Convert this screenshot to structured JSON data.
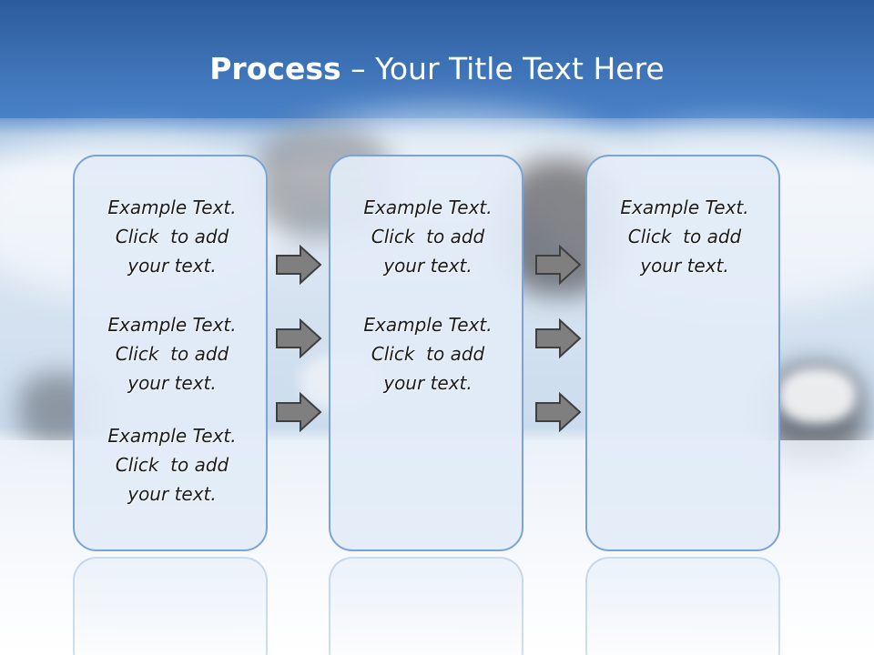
{
  "title": {
    "bold": "Process",
    "rest": " – Your Title Text Here"
  },
  "columns": [
    {
      "blocks": [
        [
          "Example Text.",
          "Click  to add",
          "your text."
        ],
        [
          "Example Text.",
          "Click  to add",
          "your text."
        ],
        [
          "Example Text.",
          "Click  to add",
          "your text."
        ]
      ]
    },
    {
      "blocks": [
        [
          "Example Text.",
          "Click  to add",
          "your text."
        ],
        [
          "Example Text.",
          "Click  to add",
          "your text."
        ]
      ]
    },
    {
      "blocks": [
        [
          "Example Text.",
          "Click  to add",
          "your text."
        ]
      ]
    }
  ],
  "colors": {
    "panel_border": "#7aa3d6",
    "panel_fill": "#e2ecf8",
    "arrow_fill": "#7f7f7f",
    "arrow_stroke": "#3f3f3f",
    "header": "#3a6eb1"
  },
  "icons": {
    "connector": "right-arrow-icon"
  }
}
